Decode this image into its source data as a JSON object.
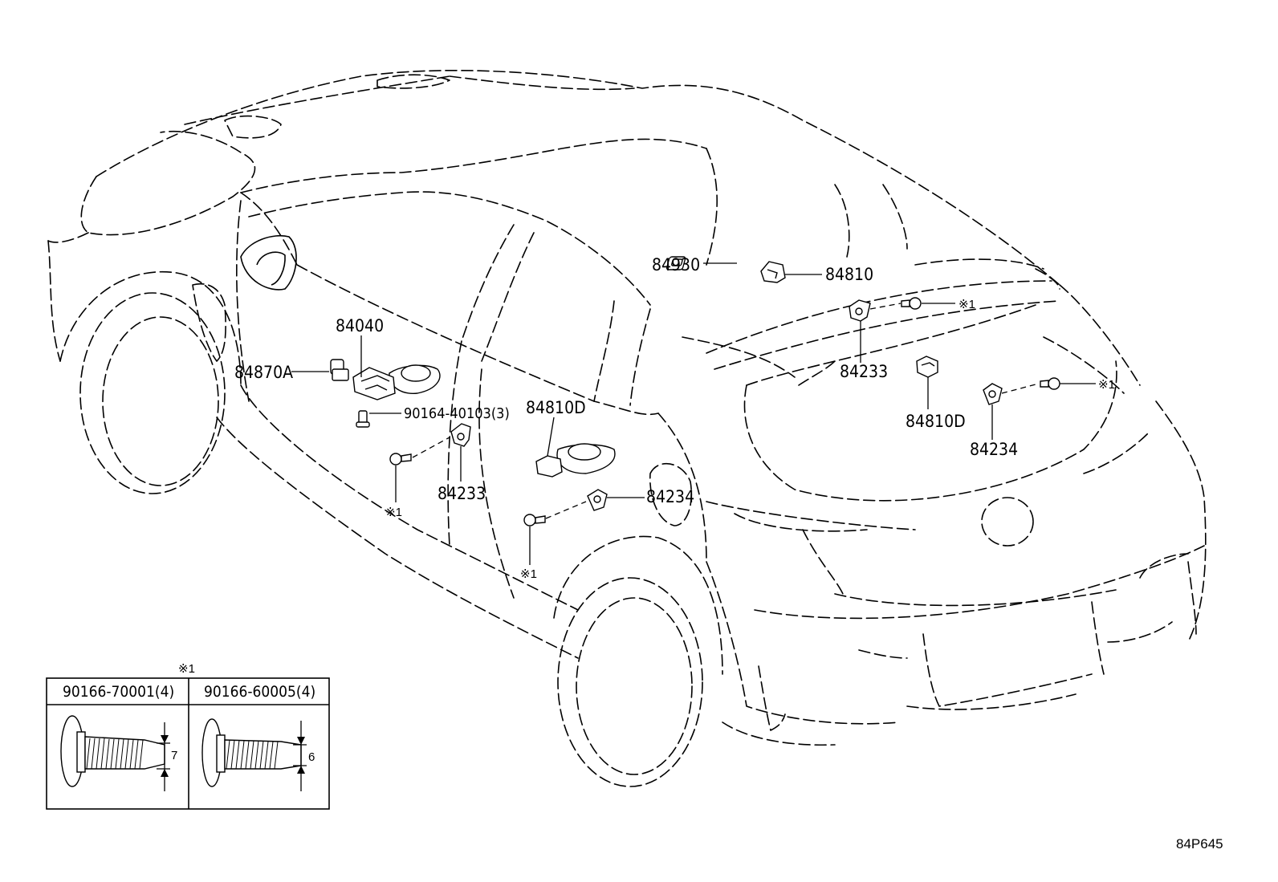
{
  "labels": {
    "p84930": "84930",
    "p84810": "84810",
    "p84040": "84040",
    "p84870A": "84870A",
    "p90164": "90164-40103(3)",
    "p84810D_left": "84810D",
    "p84233_left": "84233",
    "p84234_left": "84234",
    "p84233_right": "84233",
    "p84810D_right": "84810D",
    "p84234_right": "84234",
    "note_a": "※1",
    "note_b": "※1",
    "note_c": "※1",
    "note_d": "※1",
    "note_table": "※1"
  },
  "table": {
    "headers": [
      "90166-70001(4)",
      "90166-60005(4)"
    ],
    "dimensions": [
      "7",
      "6"
    ]
  },
  "diagram_code": "84P645"
}
